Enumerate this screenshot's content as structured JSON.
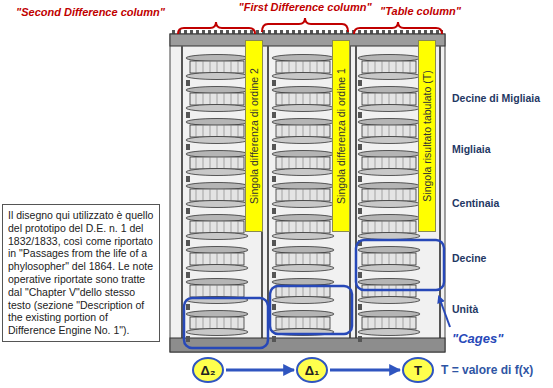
{
  "diagram": {
    "nodes": [
      {
        "text": [
          "Singola differenza di ordine 2"
        ]
      },
      {
        "text": [
          "Singola differenza di ordine 1"
        ]
      },
      {
        "text": [
          "Singola risultato tabulato (T)"
        ]
      },
      {
        "text": [
          "Il disegno qui utilizzato è quello del prototipo del D.E. n. 1 del 1832/1833, così come riportato in \"Passages from the life of a phylosopher\" del 1864. Le note operative riportate sono tratte dal \"Chapter V\"dello stesso testo (sezione \"Description of the existing portion of Difference Engine No. 1\")."
        ]
      },
      {
        "text": [
          "Δ₂"
        ]
      },
      {
        "text": [
          "Δ₁"
        ]
      },
      {
        "text": [
          "T"
        ]
      }
    ],
    "edges": [
      {
        "from": 4,
        "to": 5,
        "arrow": "to"
      },
      {
        "from": 5,
        "to": 6,
        "arrow": "to"
      }
    ],
    "labels": [
      "\"Second Difference column\"",
      "\"First Difference column\"",
      "\"Table column\"",
      "Decine di Migliaia",
      "Migliaia",
      "Centinaia",
      "Decine",
      "Unità",
      "\"Cages\"",
      "T = valore di f(x)"
    ]
  }
}
